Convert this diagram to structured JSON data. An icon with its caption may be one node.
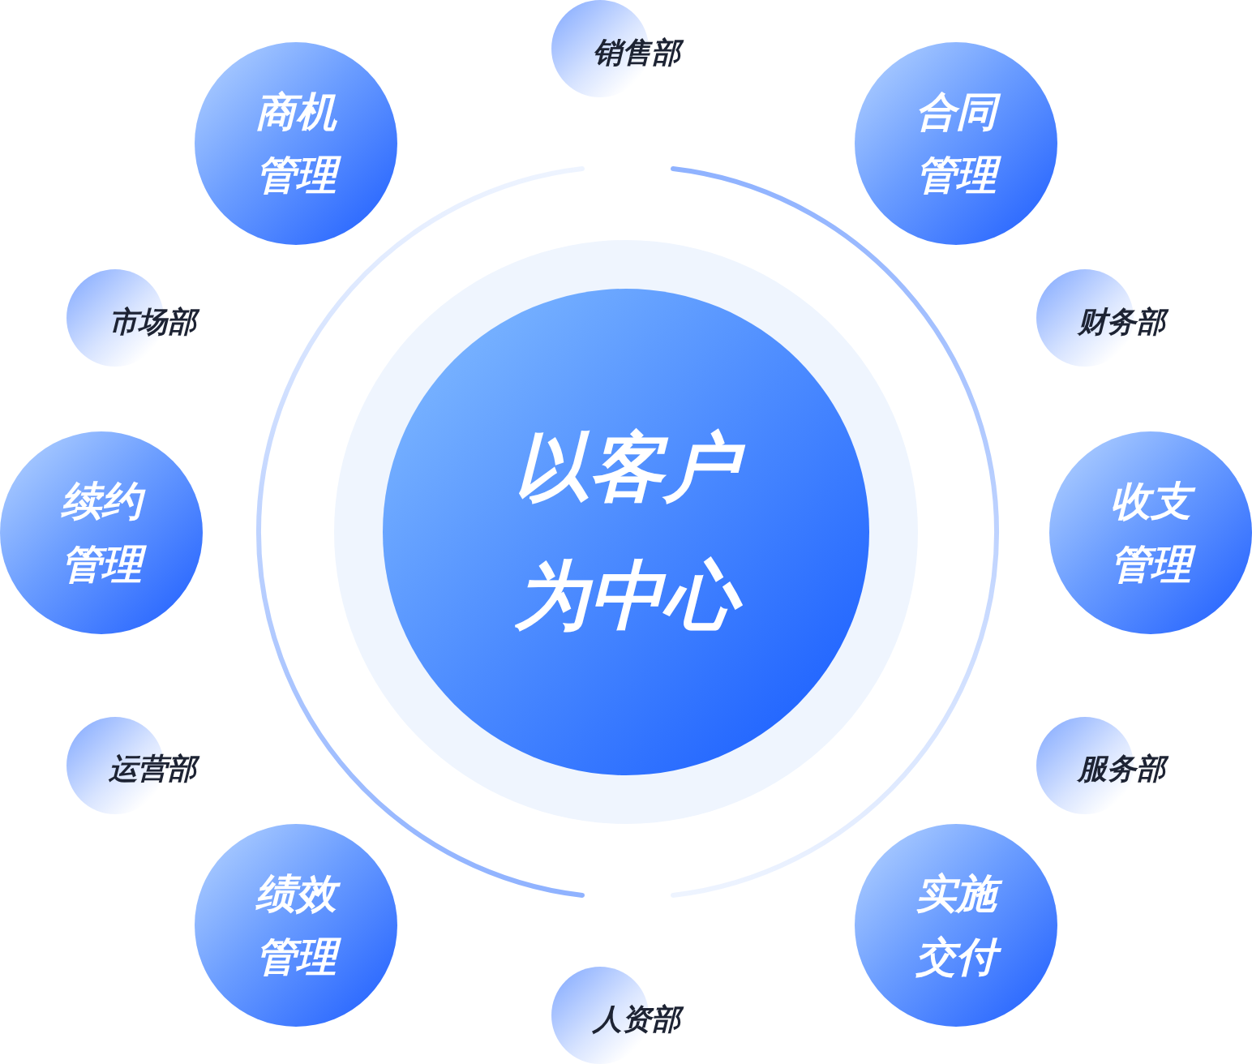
{
  "diagram": {
    "nodes": [
      {
        "text": [
          "以客户为中心"
        ]
      },
      {
        "text": [
          "商机管理"
        ]
      },
      {
        "text": [
          "合同管理"
        ]
      },
      {
        "text": [
          "续约管理"
        ]
      },
      {
        "text": [
          "收支管理"
        ]
      },
      {
        "text": [
          "绩效管理"
        ]
      },
      {
        "text": [
          "实施交付"
        ]
      },
      {
        "text": [
          "销售部"
        ]
      },
      {
        "text": [
          "市场部"
        ]
      },
      {
        "text": [
          "财务部"
        ]
      },
      {
        "text": [
          "运营部"
        ]
      },
      {
        "text": [
          "服务部"
        ]
      },
      {
        "text": [
          "人资部"
        ]
      }
    ]
  }
}
